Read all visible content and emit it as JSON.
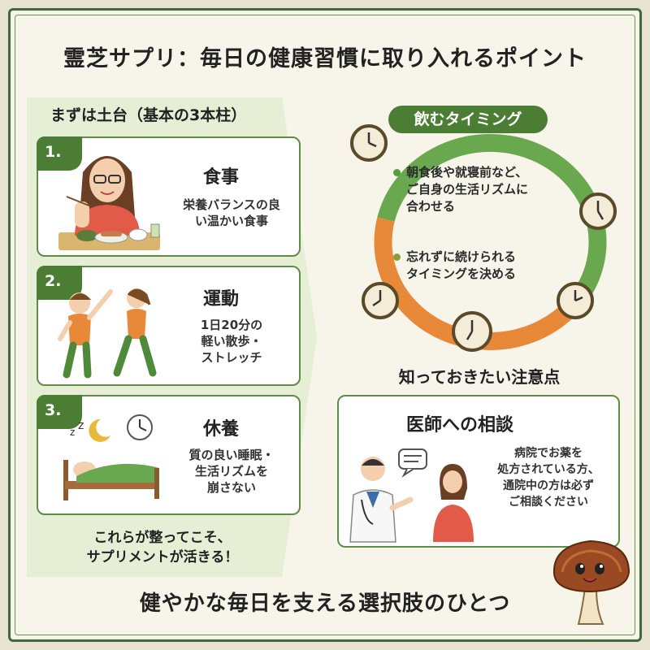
{
  "title": "霊芝サプリ：毎日の健康習慣に取り入れるポイント",
  "foundation": {
    "heading": "まずは土台（基本の3本柱）",
    "pillars": [
      {
        "num": "1.",
        "title": "食事",
        "desc_lines": [
          "栄養バランスの良",
          "い温かい食事"
        ]
      },
      {
        "num": "2.",
        "title": "運動",
        "desc_lines": [
          "1日20分の",
          "軽い散歩・",
          "ストレッチ"
        ]
      },
      {
        "num": "3.",
        "title": "休養",
        "desc_lines": [
          "質の良い睡眠・",
          "生活リズムを",
          "崩さない"
        ]
      }
    ],
    "footer_lines": [
      "これらが整ってこそ、",
      "サプリメントが活きる！"
    ]
  },
  "timing": {
    "badge": "飲むタイミング",
    "bullets": [
      {
        "lines": [
          "朝食後や就寝前など、",
          "ご自身の生活リズムに",
          "合わせる"
        ],
        "color": "#5a9a3c"
      },
      {
        "lines": [
          "忘れずに続けられる",
          "タイミングを決める"
        ],
        "color": "#8a9a3c"
      }
    ]
  },
  "notice": {
    "heading": "知っておきたい注意点",
    "card_title": "医師への相談",
    "card_lines": [
      "病院でお薬を",
      "処方されている方、",
      "通院中の方は必ず",
      "ご相談ください"
    ]
  },
  "bottom_tagline": "健やかな毎日を支える選択肢のひとつ",
  "colors": {
    "primary_green": "#4c7d34",
    "ring_green": "#6aa84f",
    "ring_orange": "#e8893a",
    "panel_green": "#e6efd6"
  },
  "icons": [
    "clock-icon",
    "moon-icon",
    "mushroom-mascot-icon",
    "speech-bubble-icon"
  ]
}
